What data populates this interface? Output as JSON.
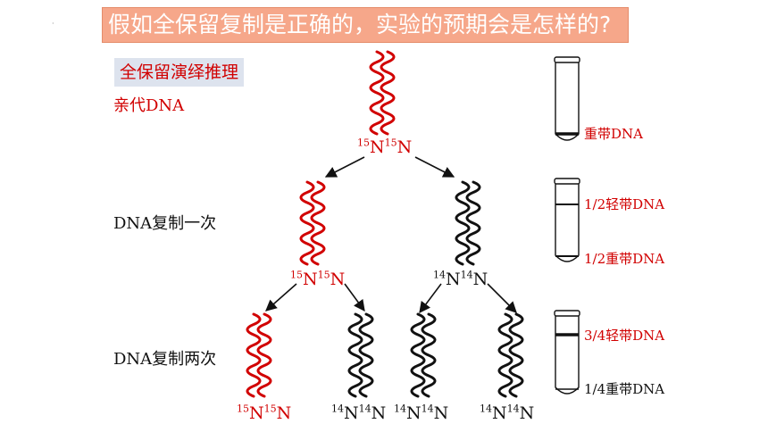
{
  "title": "假如全保留复制是正确的，实验的预期会是怎样的?",
  "subtitle": "全保留演绎推理",
  "rows": {
    "parent": "亲代DNA",
    "gen1": "DNA复制一次",
    "gen2": "DNA复制两次"
  },
  "labels": {
    "parent": {
      "a": "15",
      "b": "N",
      "c": "15",
      "d": "N"
    },
    "g1_heavy": {
      "a": "15",
      "b": "N",
      "c": "15",
      "d": "N"
    },
    "g1_light": {
      "a": "14",
      "b": "N",
      "c": "14",
      "d": "N"
    },
    "g2_1": {
      "a": "15",
      "b": "N",
      "c": "15",
      "d": "N"
    },
    "g2_2": {
      "a": "14",
      "b": "N",
      "c": "14",
      "d": "N"
    },
    "g2_3": {
      "a": "14",
      "b": "N",
      "c": "14",
      "d": "N"
    },
    "g2_4": {
      "a": "14",
      "b": "N",
      "c": "14",
      "d": "N"
    }
  },
  "bands": {
    "tube1": "重带DNA",
    "tube2_light": "1/2轻带DNA",
    "tube2_heavy": "1/2重带DNA",
    "tube3_light": "3/4轻带DNA",
    "tube3_heavy": "1/4重带DNA"
  },
  "colors": {
    "heavy": "#d10000",
    "light": "#111111",
    "banner": "#f6a78a",
    "subtitle_bg": "#dde3ee"
  }
}
